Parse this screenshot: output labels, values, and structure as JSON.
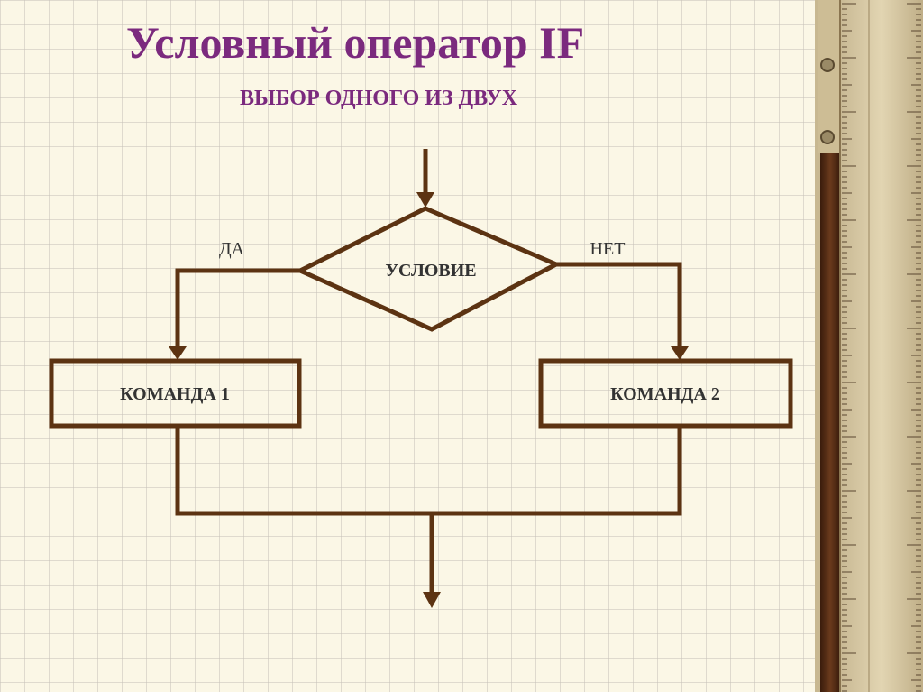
{
  "title": "Условный оператор IF",
  "subtitle": "ВЫБОР ОДНОГО ИЗ ДВУХ",
  "diagram": {
    "condition": "УСЛОВИЕ",
    "yes_label": "ДА",
    "no_label": "НЕТ",
    "command1": "КОМАНДА 1",
    "command2": "КОМАНДА 2"
  },
  "colors": {
    "title": "#7b2a7e",
    "lines": "#5c3312",
    "paper": "#fbf7e6"
  }
}
